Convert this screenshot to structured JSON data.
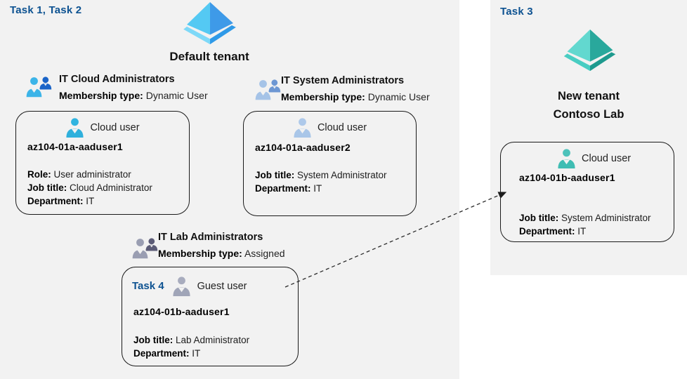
{
  "left_panel": {
    "task_label": "Task 1, Task 2",
    "tenant_name": "Default tenant",
    "tenant_icon": "azure-ad-icon-blue",
    "groups": [
      {
        "icon": "group-icon-blue",
        "name": "IT Cloud Administrators",
        "membership_label": "Membership type:",
        "membership_value": "Dynamic User"
      },
      {
        "icon": "group-icon-steel",
        "name": "IT System Administrators",
        "membership_label": "Membership type:",
        "membership_value": "Dynamic User"
      },
      {
        "icon": "group-icon-gray",
        "name": "IT Lab Administrators",
        "membership_label": "Membership type:",
        "membership_value": "Assigned"
      }
    ],
    "cards": [
      {
        "icon": "cloud-user-icon-cyan",
        "user_type": "Cloud user",
        "name": "az104-01a-aaduser1",
        "fields": [
          {
            "label": "Role:",
            "value": "User administrator"
          },
          {
            "label": "Job title:",
            "value": "Cloud Administrator"
          },
          {
            "label": "Department:",
            "value": "IT"
          }
        ]
      },
      {
        "icon": "cloud-user-icon-steel",
        "user_type": "Cloud user",
        "name": "az104-01a-aaduser2",
        "fields": [
          {
            "label": "Job title:",
            "value": "System Administrator"
          },
          {
            "label": "Department:",
            "value": "IT"
          }
        ]
      },
      {
        "task_label": "Task 4",
        "icon": "guest-user-icon-gray",
        "user_type": "Guest user",
        "name": "az104-01b-aaduser1",
        "fields": [
          {
            "label": "Job title:",
            "value": "Lab Administrator"
          },
          {
            "label": "Department:",
            "value": "IT"
          }
        ]
      }
    ]
  },
  "right_panel": {
    "task_label": "Task 3",
    "tenant_icon": "azure-ad-icon-teal",
    "tenant_name_line1": "New tenant",
    "tenant_name_line2": "Contoso Lab",
    "card": {
      "icon": "cloud-user-icon-teal",
      "user_type": "Cloud user",
      "name": "az104-01b-aaduser1",
      "fields": [
        {
          "label": "Job title:",
          "value": "System Administrator"
        },
        {
          "label": "Department:",
          "value": "IT"
        }
      ]
    }
  },
  "arrow": {
    "from": "guest user az104-01b-aaduser1",
    "to": "new tenant cloud user",
    "style": "dashed"
  },
  "colors": {
    "panel_bg": "#f2f2f2",
    "task_text": "#0d5291",
    "card_border": "#1a1a1a",
    "azure_blue_light": "#54c9f3",
    "azure_blue_dark": "#3e9ae8",
    "azure_teal_light": "#62d8cf",
    "azure_teal_dark": "#29a89c",
    "user_cyan": "#2fb0dc",
    "user_steel": "#a9c6e8",
    "user_gray": "#a0a5b8",
    "user_teal": "#3fbdb3"
  }
}
